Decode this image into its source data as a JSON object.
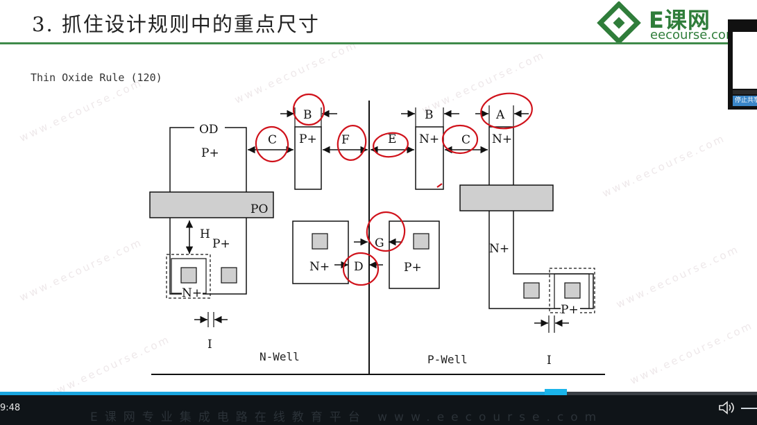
{
  "slide": {
    "title": "3. 抓住设计规则中的重点尺寸",
    "subtitle": "Thin Oxide Rule (120)",
    "logo_text": "E课网",
    "logo_sub": "eecourse.com",
    "watermark": "www.eecourse.com"
  },
  "diagram": {
    "labels": {
      "od": "OD",
      "p_plus": "P+",
      "n_plus": "N+",
      "po": "PO",
      "h": "H",
      "i": "I",
      "a": "A",
      "b": "B",
      "c": "C",
      "d": "D",
      "e": "E",
      "f": "F",
      "g": "G",
      "n_well": "N-Well",
      "p_well": "P-Well"
    },
    "annotation_color": "#d0121b"
  },
  "side_panel": {
    "button_label": "停止共享"
  },
  "player": {
    "time": "9:48",
    "progress_percent": 72,
    "footer": "E课网专业集成电路在线教育平台 www.eecourse.com"
  }
}
